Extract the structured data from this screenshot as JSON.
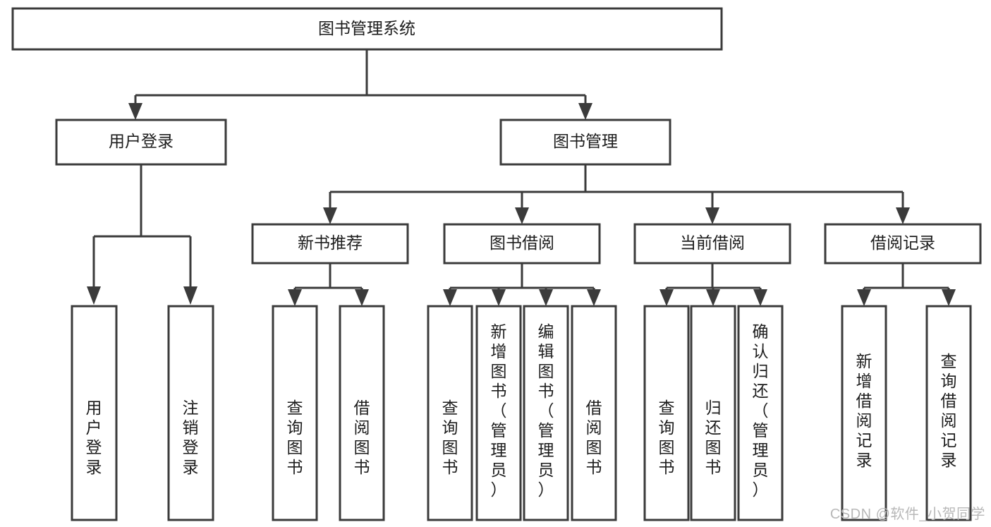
{
  "diagram": {
    "type": "tree",
    "orientation": "top-down",
    "title": "图书管理系统",
    "style": {
      "box_fill": "#ffffff",
      "box_stroke": "#3b3b3b",
      "connector_color": "#3b3b3b",
      "text_color": "#1d1d1d",
      "background": "#ffffff",
      "watermark_color": "#b8b8b8"
    },
    "nodes": {
      "root": {
        "label": "图书管理系统",
        "level": 0,
        "orientation": "horizontal"
      },
      "l1": [
        {
          "id": "user-login",
          "label": "用户登录",
          "level": 1,
          "orientation": "horizontal"
        },
        {
          "id": "book-manage",
          "label": "图书管理",
          "level": 1,
          "orientation": "horizontal"
        }
      ],
      "l2": [
        {
          "id": "new-book-rec",
          "label": "新书推荐",
          "level": 2,
          "orientation": "horizontal",
          "parent": "book-manage"
        },
        {
          "id": "book-borrow",
          "label": "图书借阅",
          "level": 2,
          "orientation": "horizontal",
          "parent": "book-manage"
        },
        {
          "id": "current-borrow",
          "label": "当前借阅",
          "level": 2,
          "orientation": "horizontal",
          "parent": "book-manage"
        },
        {
          "id": "borrow-record",
          "label": "借阅记录",
          "level": 2,
          "orientation": "horizontal",
          "parent": "book-manage"
        }
      ],
      "leaves": [
        {
          "id": "leaf-user-login",
          "label": "用户登录",
          "parent": "user-login",
          "orientation": "vertical"
        },
        {
          "id": "leaf-user-logout",
          "label": "注销登录",
          "parent": "user-login",
          "orientation": "vertical"
        },
        {
          "id": "leaf-query-book-1",
          "label": "查询图书",
          "parent": "new-book-rec",
          "orientation": "vertical"
        },
        {
          "id": "leaf-borrow-book-1",
          "label": "借阅图书",
          "parent": "new-book-rec",
          "orientation": "vertical"
        },
        {
          "id": "leaf-query-book-2",
          "label": "查询图书",
          "parent": "book-borrow",
          "orientation": "vertical"
        },
        {
          "id": "leaf-add-book",
          "label": "新增图书（管理员）",
          "parent": "book-borrow",
          "orientation": "vertical"
        },
        {
          "id": "leaf-edit-book",
          "label": "编辑图书（管理员）",
          "parent": "book-borrow",
          "orientation": "vertical"
        },
        {
          "id": "leaf-borrow-book-2",
          "label": "借阅图书",
          "parent": "book-borrow",
          "orientation": "vertical"
        },
        {
          "id": "leaf-query-book-3",
          "label": "查询图书",
          "parent": "current-borrow",
          "orientation": "vertical"
        },
        {
          "id": "leaf-return-book",
          "label": "归还图书",
          "parent": "current-borrow",
          "orientation": "vertical"
        },
        {
          "id": "leaf-confirm-return",
          "label": "确认归还（管理员）",
          "parent": "current-borrow",
          "orientation": "vertical"
        },
        {
          "id": "leaf-add-record",
          "label": "新增借阅记录",
          "parent": "borrow-record",
          "orientation": "vertical"
        },
        {
          "id": "leaf-query-record",
          "label": "查询借阅记录",
          "parent": "borrow-record",
          "orientation": "vertical"
        }
      ]
    }
  },
  "watermark": {
    "text": "CSDN @软件_小贺同学"
  }
}
